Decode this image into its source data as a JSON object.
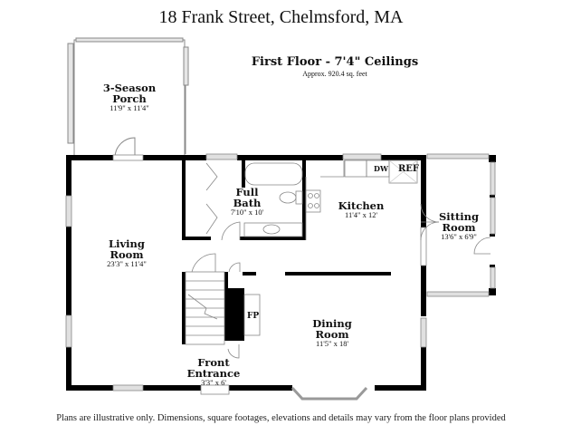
{
  "header": {
    "address": "18 Frank Street, Chelmsford, MA",
    "floor_title": "First Floor - 7'4\" Ceilings",
    "floor_area": "Approx. 920.4 sq. feet"
  },
  "rooms": [
    {
      "name": "3-Season Porch",
      "line1": "3-Season",
      "line2": "Porch",
      "dims": "11'9\" x 11'4\""
    },
    {
      "name": "Full Bath",
      "line1": "Full",
      "line2": "Bath",
      "dims": "7'10\" x 10'"
    },
    {
      "name": "Kitchen",
      "line1": "Kitchen",
      "line2": "",
      "dims": "11'4\" x 12'"
    },
    {
      "name": "Sitting Room",
      "line1": "Sitting",
      "line2": "Room",
      "dims": "13'6\" x 6'9\""
    },
    {
      "name": "Living Room",
      "line1": "Living",
      "line2": "Room",
      "dims": "23'3\" x 11'4\""
    },
    {
      "name": "Dining Room",
      "line1": "Dining",
      "line2": "Room",
      "dims": "11'5\" x 18'"
    },
    {
      "name": "Front Entrance",
      "line1": "Front",
      "line2": "Entrance",
      "dims": "3'3\" x 6'"
    }
  ],
  "fixtures": {
    "dishwasher": "DW",
    "refrigerator": "REF",
    "fireplace": "FP"
  },
  "footer": {
    "disclaimer": "Plans are illustrative only. Dimensions, square footages, elevations and details may vary from the floor plans provided"
  },
  "colors": {
    "wall": "#000000",
    "window": "#d9d9d9",
    "line": "#888888"
  }
}
